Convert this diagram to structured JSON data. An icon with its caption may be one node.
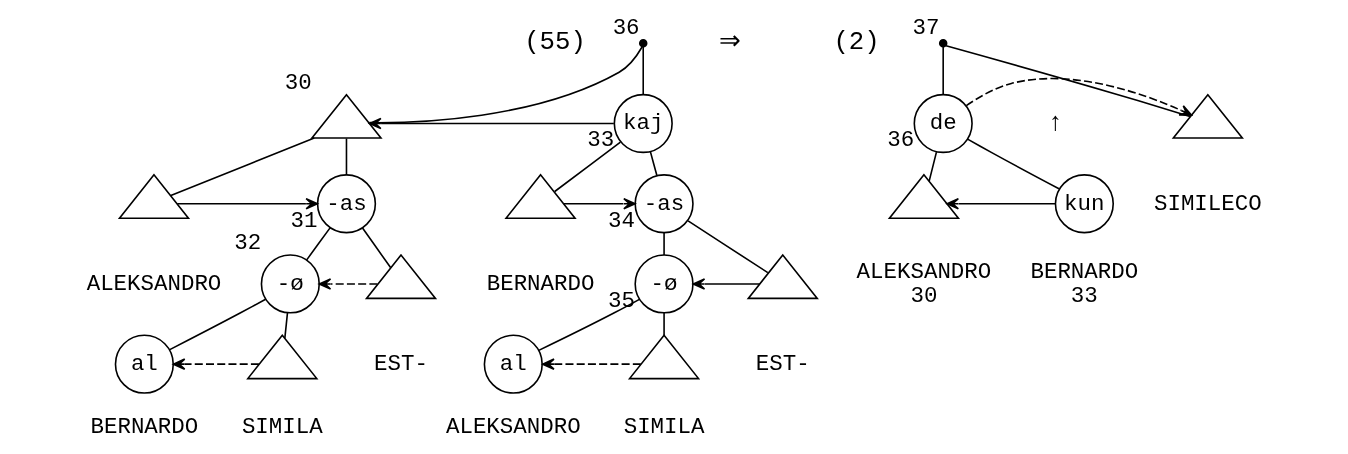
{
  "diagram": {
    "nodes": [
      {
        "text": [],
        "shape": "point",
        "beside": [
          "36"
        ]
      },
      {
        "text": [],
        "shape": "triangle",
        "beside": [
          "30"
        ]
      },
      {
        "text": [],
        "shape": "triangle",
        "beside": [
          "ALEKSANDRO"
        ]
      },
      {
        "text": [
          "-as"
        ],
        "beside": [
          "31"
        ]
      },
      {
        "text": [
          "-ø"
        ],
        "beside": [
          "32"
        ]
      },
      {
        "text": [],
        "shape": "triangle",
        "beside": [
          "EST-"
        ]
      },
      {
        "text": [
          "al"
        ],
        "beside": [
          "BERNARDO"
        ]
      },
      {
        "text": [],
        "shape": "triangle",
        "beside": [
          "SIMILA"
        ]
      },
      {
        "text": [
          "kaj"
        ],
        "beside": [
          "33"
        ]
      },
      {
        "text": [],
        "shape": "triangle",
        "beside": [
          "BERNARDO"
        ]
      },
      {
        "text": [
          "-as"
        ],
        "beside": [
          "34"
        ]
      },
      {
        "text": [
          "-ø"
        ],
        "beside": [
          "35"
        ]
      },
      {
        "text": [],
        "shape": "triangle",
        "beside": [
          "EST-"
        ]
      },
      {
        "text": [
          "al"
        ],
        "beside": [
          "ALEKSANDRO"
        ]
      },
      {
        "text": [],
        "shape": "triangle",
        "beside": [
          "SIMILA"
        ]
      },
      {
        "text": [],
        "shape": "point",
        "beside": [
          "37"
        ]
      },
      {
        "text": [
          "de"
        ],
        "beside": [
          "36"
        ]
      },
      {
        "text": [],
        "shape": "triangle",
        "beside": [
          "SIMILECO"
        ]
      },
      {
        "text": [],
        "shape": "triangle",
        "beside": [
          "ALEKSANDRO",
          "30"
        ]
      },
      {
        "text": [
          "kun"
        ],
        "beside": [
          "BERNARDO",
          "33"
        ]
      }
    ],
    "edges": [
      {
        "from": 0,
        "to": 1,
        "arrow": "none"
      },
      {
        "from": 0,
        "to": 8,
        "arrow": "none"
      },
      {
        "from": 1,
        "to": 2,
        "arrow": "none"
      },
      {
        "from": 1,
        "to": 3,
        "arrow": "none"
      },
      {
        "from": 3,
        "to": 4,
        "arrow": "none"
      },
      {
        "from": 3,
        "to": 5,
        "arrow": "none"
      },
      {
        "from": 4,
        "to": 6,
        "arrow": "none"
      },
      {
        "from": 4,
        "to": 7,
        "arrow": "none"
      },
      {
        "from": 8,
        "to": 9,
        "arrow": "none"
      },
      {
        "from": 8,
        "to": 10,
        "arrow": "none"
      },
      {
        "from": 10,
        "to": 11,
        "arrow": "none"
      },
      {
        "from": 10,
        "to": 12,
        "arrow": "none"
      },
      {
        "from": 11,
        "to": 13,
        "arrow": "none"
      },
      {
        "from": 11,
        "to": 14,
        "arrow": "none"
      },
      {
        "from": 15,
        "to": 16,
        "arrow": "none"
      },
      {
        "from": 15,
        "to": 17,
        "arrow": "none"
      },
      {
        "from": 16,
        "to": 18,
        "arrow": "none"
      },
      {
        "from": 16,
        "to": 19,
        "arrow": "none"
      },
      {
        "from": 8,
        "to": 1,
        "arrow": "to"
      },
      {
        "from": 2,
        "to": 3,
        "arrow": "to"
      },
      {
        "from": 5,
        "to": 4,
        "arrow": "to",
        "style": "dashed"
      },
      {
        "from": 7,
        "to": 6,
        "arrow": "to",
        "style": "dashed"
      },
      {
        "from": 9,
        "to": 10,
        "arrow": "to"
      },
      {
        "from": 12,
        "to": 11,
        "arrow": "to"
      },
      {
        "from": 14,
        "to": 13,
        "arrow": "to",
        "style": "dashed"
      },
      {
        "from": 16,
        "to": 17,
        "arrow": "to",
        "style": "dashed"
      },
      {
        "from": 19,
        "to": 18,
        "arrow": "to"
      }
    ],
    "labels": [
      "(55)",
      "⇒",
      "(2)",
      "↑"
    ]
  }
}
